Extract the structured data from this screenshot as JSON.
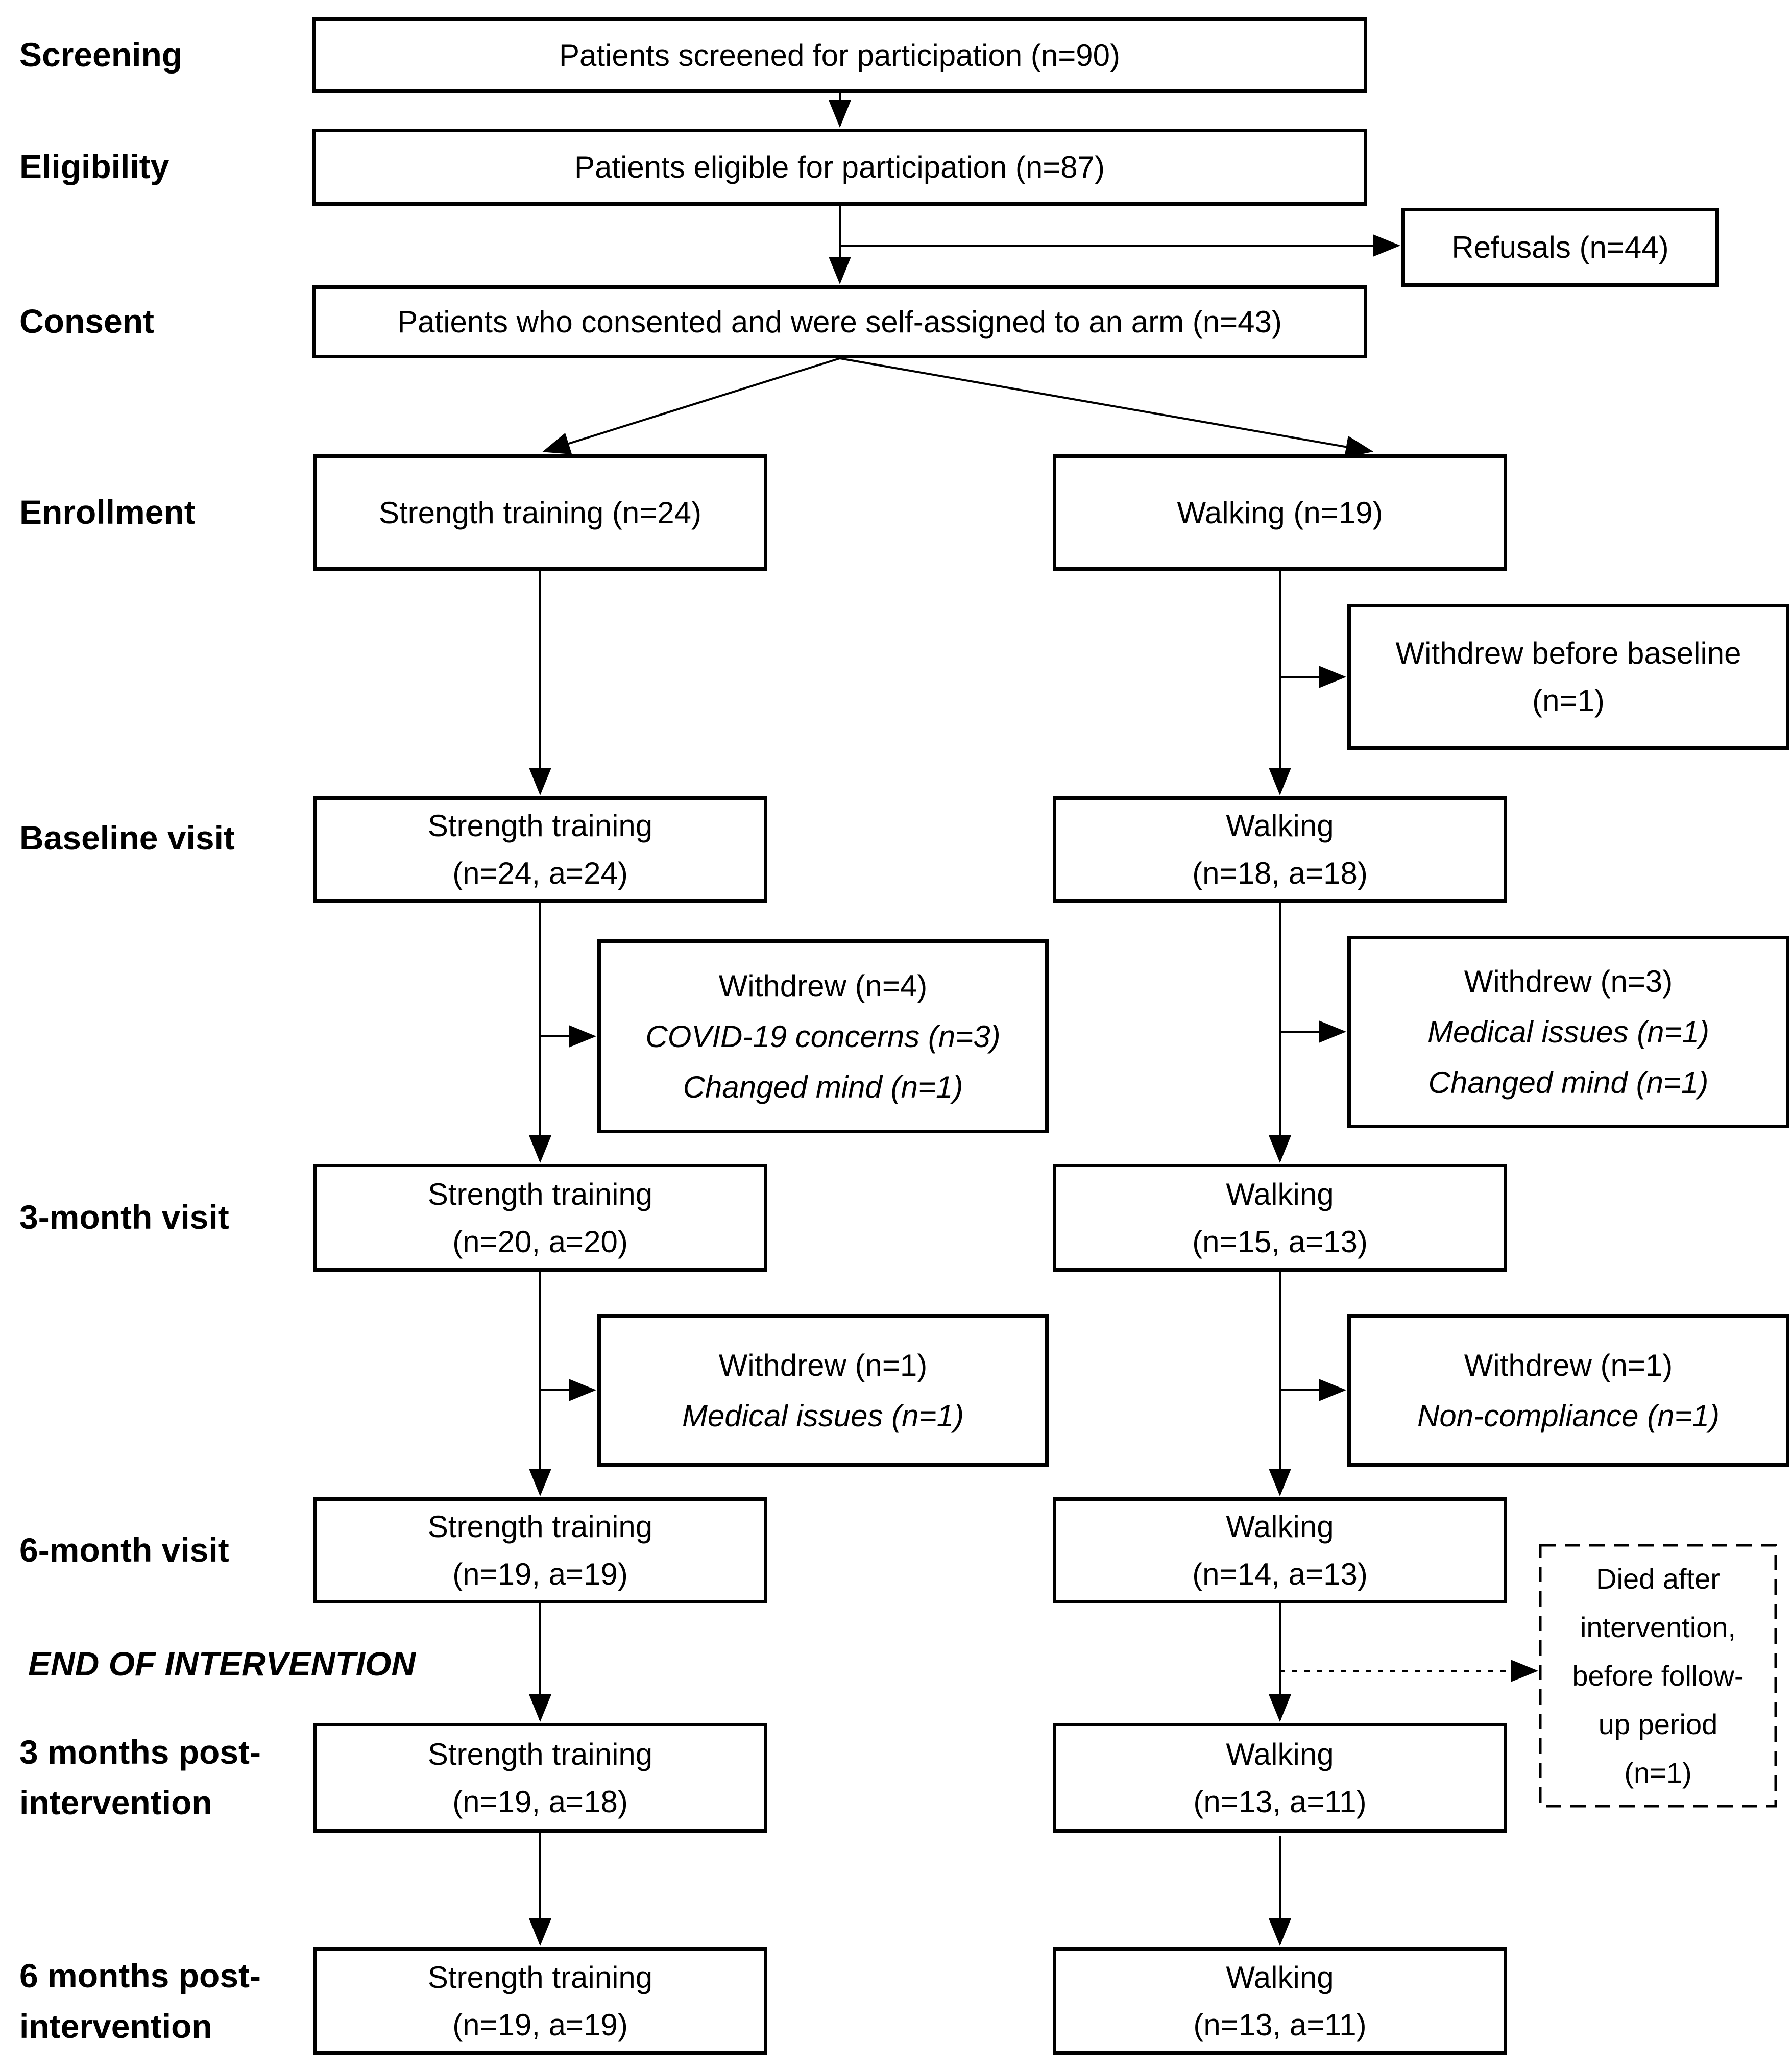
{
  "colors": {
    "ink": "#000000",
    "paper": "#ffffff"
  },
  "stage_labels": {
    "screening": "Screening",
    "eligibility": "Eligibility",
    "consent": "Consent",
    "enrollment": "Enrollment",
    "baseline": "Baseline visit",
    "m3": "3-month visit",
    "m6": "6-month visit",
    "end_of_intervention": "END OF INTERVENTION",
    "post3_line1": "3 months post-",
    "post3_line2": "intervention",
    "post6_line1": "6 months post-",
    "post6_line2": "intervention"
  },
  "boxes": {
    "screened": {
      "line1": "Patients screened for participation (n=90)"
    },
    "eligible": {
      "line1": "Patients eligible for participation (n=87)"
    },
    "refusals": {
      "line1": "Refusals (n=44)"
    },
    "consented": {
      "line1": "Patients who consented and were self-assigned to an arm (n=43)"
    },
    "enroll_st": {
      "line1": "Strength training (n=24)"
    },
    "enroll_walk": {
      "line1": "Walking (n=19)"
    },
    "withdrew_before_baseline": {
      "line1": "Withdrew before baseline",
      "line2": "(n=1)"
    },
    "baseline_st": {
      "line1": "Strength training",
      "line2": "(n=24, a=24)"
    },
    "baseline_walk": {
      "line1": "Walking",
      "line2": "(n=18, a=18)"
    },
    "withdrew_baseline_st": {
      "title": "Withdrew (n=4)",
      "reasons": [
        "COVID-19 concerns (n=3)",
        "Changed mind (n=1)"
      ]
    },
    "withdrew_baseline_walk": {
      "title": "Withdrew (n=3)",
      "reasons": [
        "Medical issues (n=1)",
        "Changed mind (n=1)"
      ]
    },
    "m3_st": {
      "line1": "Strength training",
      "line2": "(n=20, a=20)"
    },
    "m3_walk": {
      "line1": "Walking",
      "line2": "(n=15, a=13)"
    },
    "withdrew_m3_st": {
      "title": "Withdrew (n=1)",
      "reasons": [
        "Medical issues (n=1)"
      ]
    },
    "withdrew_m3_walk": {
      "title": "Withdrew (n=1)",
      "reasons": [
        "Non-compliance (n=1)"
      ]
    },
    "m6_st": {
      "line1": "Strength training",
      "line2": "(n=19, a=19)"
    },
    "m6_walk": {
      "line1": "Walking",
      "line2": "(n=14, a=13)"
    },
    "died": {
      "lines": [
        "Died after",
        "intervention,",
        "before follow-",
        "up period",
        "(n=1)"
      ]
    },
    "post3_st": {
      "line1": "Strength training",
      "line2": "(n=19, a=18)"
    },
    "post3_walk": {
      "line1": "Walking",
      "line2": "(n=13, a=11)"
    },
    "post6_st": {
      "line1": "Strength training",
      "line2": "(n=19, a=19)"
    },
    "post6_walk": {
      "line1": "Walking",
      "line2": "(n=13, a=11)"
    }
  }
}
